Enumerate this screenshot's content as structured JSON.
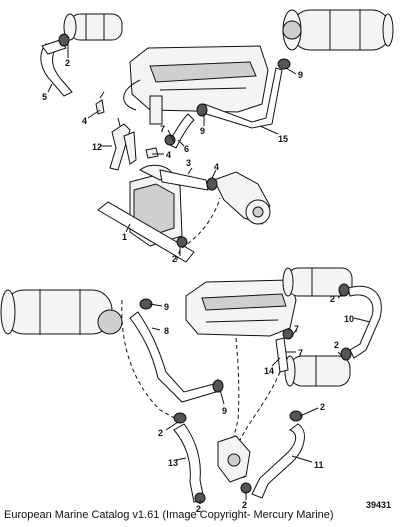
{
  "figure_number": "39431",
  "caption": "European Marine Catalog v1.61 (Image Copyright- Mercury Marine)",
  "callouts": {
    "c1": "1",
    "c2a": "2",
    "c2b": "2",
    "c2c": "2",
    "c2d": "2",
    "c2e": "2",
    "c2f": "2",
    "c2g": "2",
    "c3": "3",
    "c4a": "4",
    "c4b": "4",
    "c4c": "4",
    "c5": "5",
    "c6": "6",
    "c7a": "7",
    "c7b": "7",
    "c8": "8",
    "c9a": "9",
    "c9b": "9",
    "c9c": "9",
    "c9d": "9",
    "c10": "10",
    "c11": "11",
    "c12": "12",
    "c13": "13",
    "c14": "14",
    "c15": "15"
  }
}
